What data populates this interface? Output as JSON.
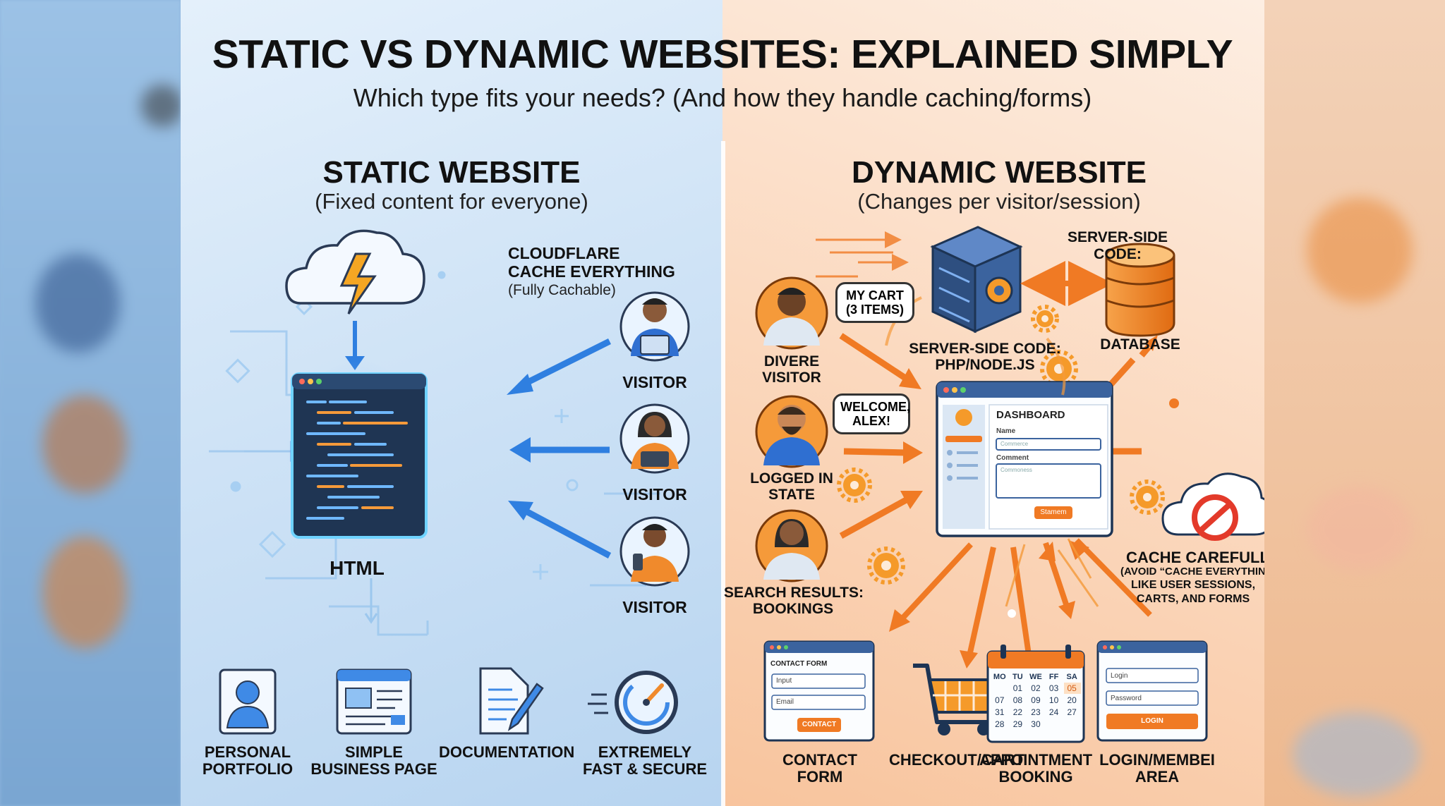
{
  "header": {
    "title": "STATIC VS DYNAMIC WEBSITES: EXPLAINED SIMPLY",
    "subtitle": "Which type fits your needs? (And how they handle caching/forms)"
  },
  "static": {
    "heading": "STATIC WEBSITE",
    "subheading": "(Fixed content for everyone)",
    "cloud_label_1": "CLOUDFLARE",
    "cloud_label_2": "CACHE EVERYTHING",
    "cloud_label_3": "(Fully Cachable)",
    "html_label": "HTML",
    "visitors": [
      "VISITOR",
      "VISITOR",
      "VISITOR"
    ],
    "use_cases": [
      {
        "line1": "PERSONAL",
        "line2": "PORTFOLIO"
      },
      {
        "line1": "SIMPLE",
        "line2": "BUSINESS PAGE"
      },
      {
        "line1": "DOCUMENTATION",
        "line2": ""
      },
      {
        "line1": "EXTREMELY",
        "line2": "FAST & SECURE"
      }
    ]
  },
  "dynamic": {
    "heading": "DYNAMIC WEBSITE",
    "subheading": "(Changes per visitor/session)",
    "server_top_1": "SERVER-SIDE",
    "server_top_2": "CODE:",
    "server_bottom_1": "SERVER-SIDE CODE:",
    "server_bottom_2": "PHP/NODE.JS",
    "database": "DATABASE",
    "bubble_cart_1": "MY CART",
    "bubble_cart_2": "(3 ITEMS)",
    "bubble_welcome_1": "WELCOME,",
    "bubble_welcome_2": "ALEX!",
    "visitor1_1": "DIVERE",
    "visitor1_2": "VISITOR",
    "visitor2_1": "LOGGED IN",
    "visitor2_2": "STATE",
    "visitor3_1": "SEARCH RESULTS:",
    "visitor3_2": "BOOKINGS",
    "dashboard": {
      "title": "DASHBOARD",
      "name_label": "Name",
      "name_placeholder": "Commerce",
      "comment_label": "Comment",
      "comment_placeholder": "Commoness",
      "button": "Stamem"
    },
    "cache_1": "CACHE CAREFULLY!",
    "cache_2": "(AVOID “CACHE EVERYTHING”)",
    "cache_3": "LIKE USER SESSIONS,",
    "cache_4": "CARTS, AND FORMS",
    "contact_form": {
      "title": "CONTACT FORM",
      "input": "Input",
      "email": "Email",
      "button": "CONTACT"
    },
    "calendar": {
      "header": [
        "MO",
        "TU",
        "WE",
        "FF",
        "SA"
      ],
      "row1": [
        "",
        "01",
        "02",
        "03",
        "05"
      ],
      "row2": [
        "07",
        "08",
        "09",
        "10",
        "20"
      ],
      "row3": [
        "31",
        "22",
        "23",
        "24",
        "27"
      ],
      "row4": [
        "28",
        "29",
        "30",
        "",
        ""
      ]
    },
    "login": {
      "login_placeholder": "Login",
      "password_placeholder": "Password",
      "button": "LOGIN"
    },
    "use_cases": [
      {
        "line1": "CONTACT",
        "line2": "FORM"
      },
      {
        "line1": "CHECKOUT/CART",
        "line2": ""
      },
      {
        "line1": "APPOINTMENT",
        "line2": "BOOKING"
      },
      {
        "line1": "LOGIN/MEMBEI",
        "line2": "AREA"
      }
    ]
  },
  "colors": {
    "blue_accent": "#2f7fe0",
    "orange_accent": "#f07a24",
    "dark_navy": "#1d3454"
  }
}
